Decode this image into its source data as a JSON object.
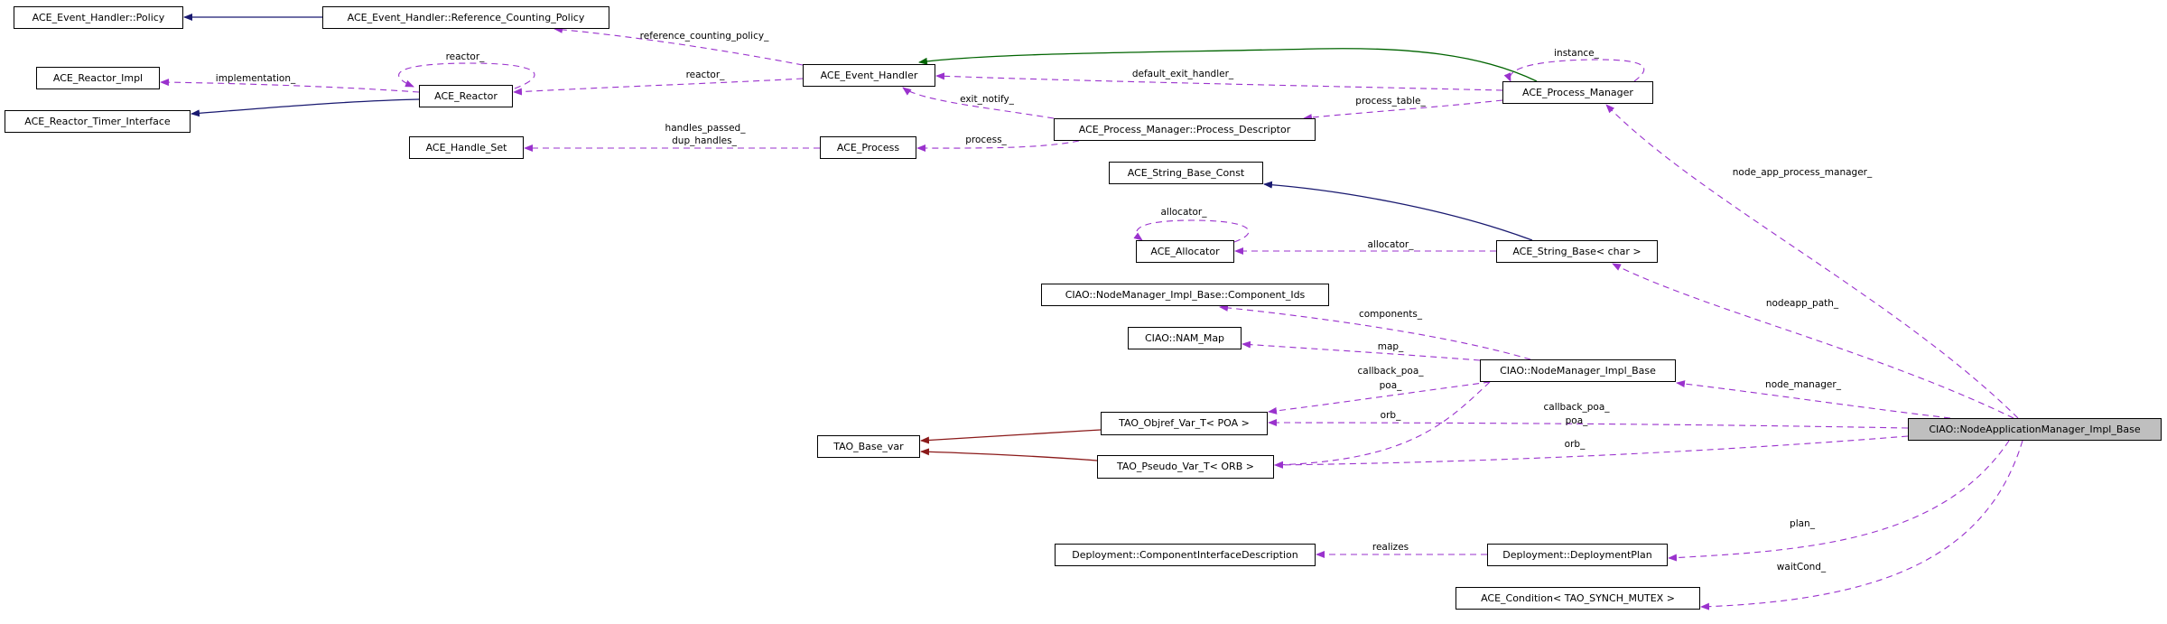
{
  "colors": {
    "usage_edge": "#9a32cd",
    "inheritance_edge": "#191970",
    "public_inheritance_edge": "#006400",
    "template_edge": "#8b1a1a",
    "focus_fill": "#bfbfbf"
  },
  "nodes": {
    "policy": "ACE_Event_Handler::Policy",
    "ref_policy": "ACE_Event_Handler::Reference_Counting_Policy",
    "reactor_impl": "ACE_Reactor_Impl",
    "reactor": "ACE_Reactor",
    "timer_iface": "ACE_Reactor_Timer_Interface",
    "handle_set": "ACE_Handle_Set",
    "event_handler": "ACE_Event_Handler",
    "process": "ACE_Process",
    "process_manager": "ACE_Process_Manager",
    "process_descriptor": "ACE_Process_Manager::Process_Descriptor",
    "string_base_const": "ACE_String_Base_Const",
    "allocator": "ACE_Allocator",
    "string_base": "ACE_String_Base< char >",
    "component_ids": "CIAO::NodeManager_Impl_Base::Component_Ids",
    "nam_map": "CIAO::NAM_Map",
    "node_manager": "CIAO::NodeManager_Impl_Base",
    "objref_poa": "TAO_Objref_Var_T< POA >",
    "base_var": "TAO_Base_var",
    "pseudo_orb": "TAO_Pseudo_Var_T< ORB >",
    "node_app_manager": "CIAO::NodeApplicationManager_Impl_Base",
    "cid": "Deployment::ComponentInterfaceDescription",
    "deployment_plan": "Deployment::DeploymentPlan",
    "condition": "ACE_Condition< TAO_SYNCH_MUTEX >"
  },
  "edge_labels": {
    "reference_counting_policy": "reference_counting_policy_",
    "reactor_self": "reactor_",
    "implementation": "implementation_",
    "reactor": "reactor_",
    "handles_passed": "handles_passed_",
    "dup_handles": "dup_handles_",
    "instance": "instance_",
    "default_exit_handler": "default_exit_handler_",
    "exit_notify": "exit_notify_",
    "process_table": "process_table_",
    "process": "process_",
    "node_app_process_manager": "node_app_process_manager_",
    "allocator_self": "allocator_",
    "allocator": "allocator_",
    "nodeapp_path": "nodeapp_path_",
    "components": "components_",
    "map": "map_",
    "nm_callback_poa": "callback_poa_",
    "nm_poa": "poa_",
    "nm_orb": "orb_",
    "node_manager": "node_manager_",
    "callback_poa": "callback_poa_",
    "poa": "poa_",
    "orb": "orb_",
    "plan": "plan_",
    "realizes": "realizes",
    "wait_cond": "waitCond_"
  }
}
